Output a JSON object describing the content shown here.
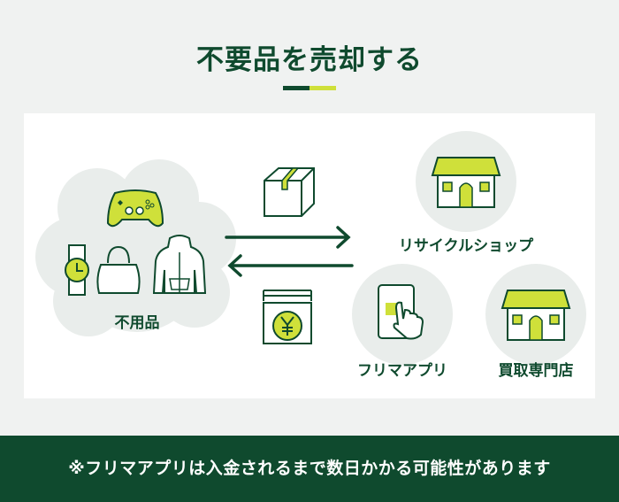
{
  "title": "不要品を売却する",
  "items_label": "不用品",
  "destinations": {
    "recycle_shop": "リサイクルショップ",
    "flea_app": "フリマアプリ",
    "buyback_store": "買取専門店"
  },
  "footer_note": "※フリマアプリは入金されるまで数日かかる可能性があります",
  "colors": {
    "primary": "#0f4a2e",
    "accent": "#cfe03a",
    "background": "#f0f2f1"
  }
}
